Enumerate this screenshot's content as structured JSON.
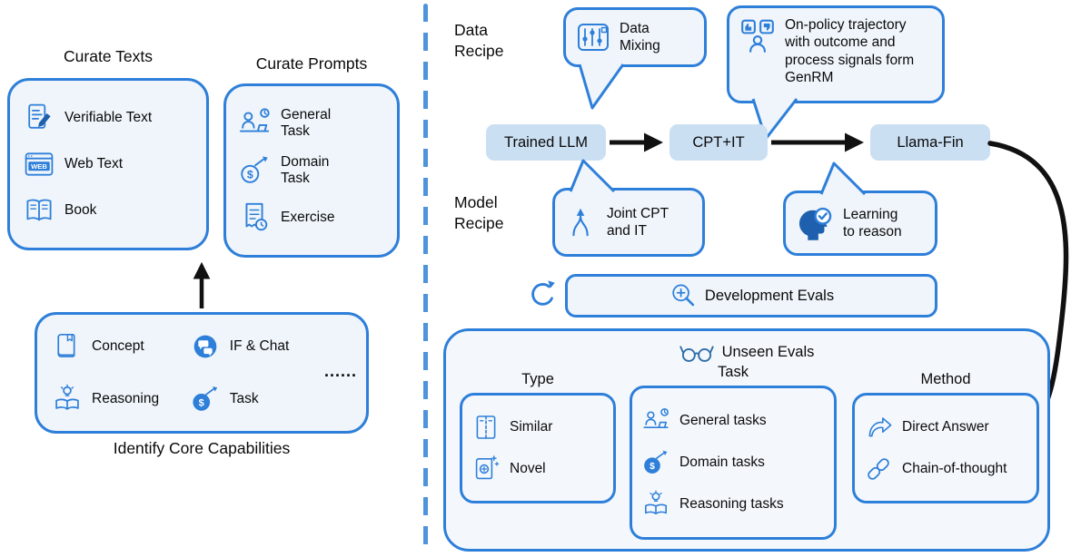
{
  "colors": {
    "accent_blue": "#2E7FD9",
    "dark_blue": "#1E5FAE",
    "panel_fill": "#EFF5FB",
    "pipeline_pill_fill": "#CBDFF3",
    "divider_blue": "#4E94DB",
    "arrow_black": "#111111"
  },
  "left": {
    "curate_texts": {
      "title": "Curate Texts",
      "items": [
        {
          "label": "Verifiable Text",
          "icon": "document-pen-icon"
        },
        {
          "label": "Web Text",
          "icon": "web-browser-icon",
          "icon_text": "WEB"
        },
        {
          "label": "Book",
          "icon": "open-book-icon"
        }
      ]
    },
    "curate_prompts": {
      "title": "Curate Prompts",
      "items": [
        {
          "label": "General Task",
          "icon": "person-desk-clock-icon"
        },
        {
          "label": "Domain Task",
          "icon": "dollar-chart-icon"
        },
        {
          "label": "Exercise",
          "icon": "receipt-clock-icon"
        }
      ]
    },
    "core": {
      "caption": "Identify Core Capabilities",
      "items": [
        {
          "label": "Concept",
          "icon": "closed-book-icon"
        },
        {
          "label": "IF & Chat",
          "icon": "chat-bubbles-icon"
        },
        {
          "label": "Reasoning",
          "icon": "book-lightbulb-icon"
        },
        {
          "label": "Task",
          "icon": "dollar-chart-filled-icon"
        }
      ],
      "ellipsis": "......"
    }
  },
  "right": {
    "data_recipe": "Data Recipe",
    "model_recipe": "Model Recipe",
    "bubble_data_mixing": "Data Mixing",
    "bubble_on_policy": "On-policy trajectory with outcome and process signals form GenRM",
    "bubble_joint": "Joint CPT and IT",
    "bubble_learning": "Learning to reason",
    "pipeline": {
      "trained": "Trained LLM",
      "cpt": "CPT+IT",
      "llama": "Llama-Fin"
    },
    "dev_evals": "Development Evals",
    "unseen": {
      "title": "Unseen Evals",
      "type": {
        "header": "Type",
        "items": [
          {
            "label": "Similar",
            "icon": "split-pages-icon"
          },
          {
            "label": "Novel",
            "icon": "novel-book-sparkle-icon"
          }
        ]
      },
      "task": {
        "header": "Task",
        "items": [
          {
            "label": "General tasks",
            "icon": "person-desk-clock-icon"
          },
          {
            "label": "Domain tasks",
            "icon": "dollar-chart-filled-icon"
          },
          {
            "label": "Reasoning tasks",
            "icon": "book-lightbulb-icon"
          }
        ]
      },
      "method": {
        "header": "Method",
        "items": [
          {
            "label": "Direct Answer",
            "icon": "curved-arrow-icon"
          },
          {
            "label": "Chain-of-thought",
            "icon": "chain-links-icon"
          }
        ]
      }
    }
  }
}
